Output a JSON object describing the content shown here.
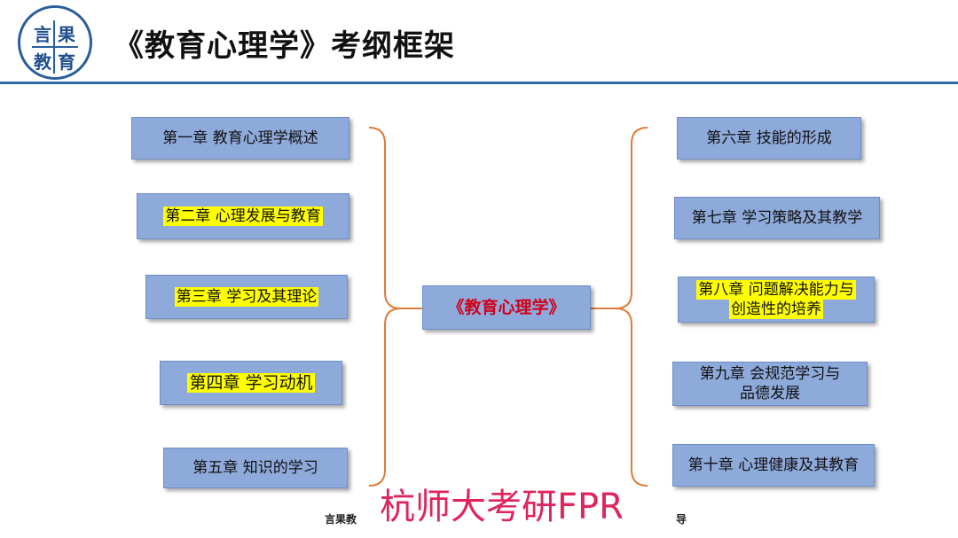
{
  "logo": {
    "chars": [
      "言",
      "果",
      "教",
      "育"
    ]
  },
  "title": "《教育心理学》考纲框架",
  "center": "《教育心理学》",
  "left_chapters": [
    {
      "text": "第一章 教育心理学概述",
      "highlight": false
    },
    {
      "text": "第二章 心理发展与教育",
      "highlight": true
    },
    {
      "text": "第三章 学习及其理论",
      "highlight": true
    },
    {
      "text": "第四章 学习动机",
      "highlight": true
    },
    {
      "text": "第五章 知识的学习",
      "highlight": false
    }
  ],
  "right_chapters": [
    {
      "line1": "第六章 技能的形成",
      "line2": "",
      "highlight": false
    },
    {
      "line1": "第七章 学习策略及其教学",
      "line2": "",
      "highlight": false
    },
    {
      "line1": "第八章 问题解决能力与",
      "line2": "创造性的培养",
      "highlight": true
    },
    {
      "line1": "第九章 会规范学习与",
      "line2": "品德发展",
      "highlight": false
    },
    {
      "line1": "第十章 心理健康及其教育",
      "line2": "",
      "highlight": false
    }
  ],
  "footer": {
    "left": "言果教",
    "right": "导"
  },
  "watermark": "杭师大考研FPR",
  "colors": {
    "box_fill": "#8eaadb",
    "bracket": "#e07b39",
    "rule": "#2f6aa8",
    "highlight": "#ffff00",
    "center_text": "#d0021b"
  }
}
